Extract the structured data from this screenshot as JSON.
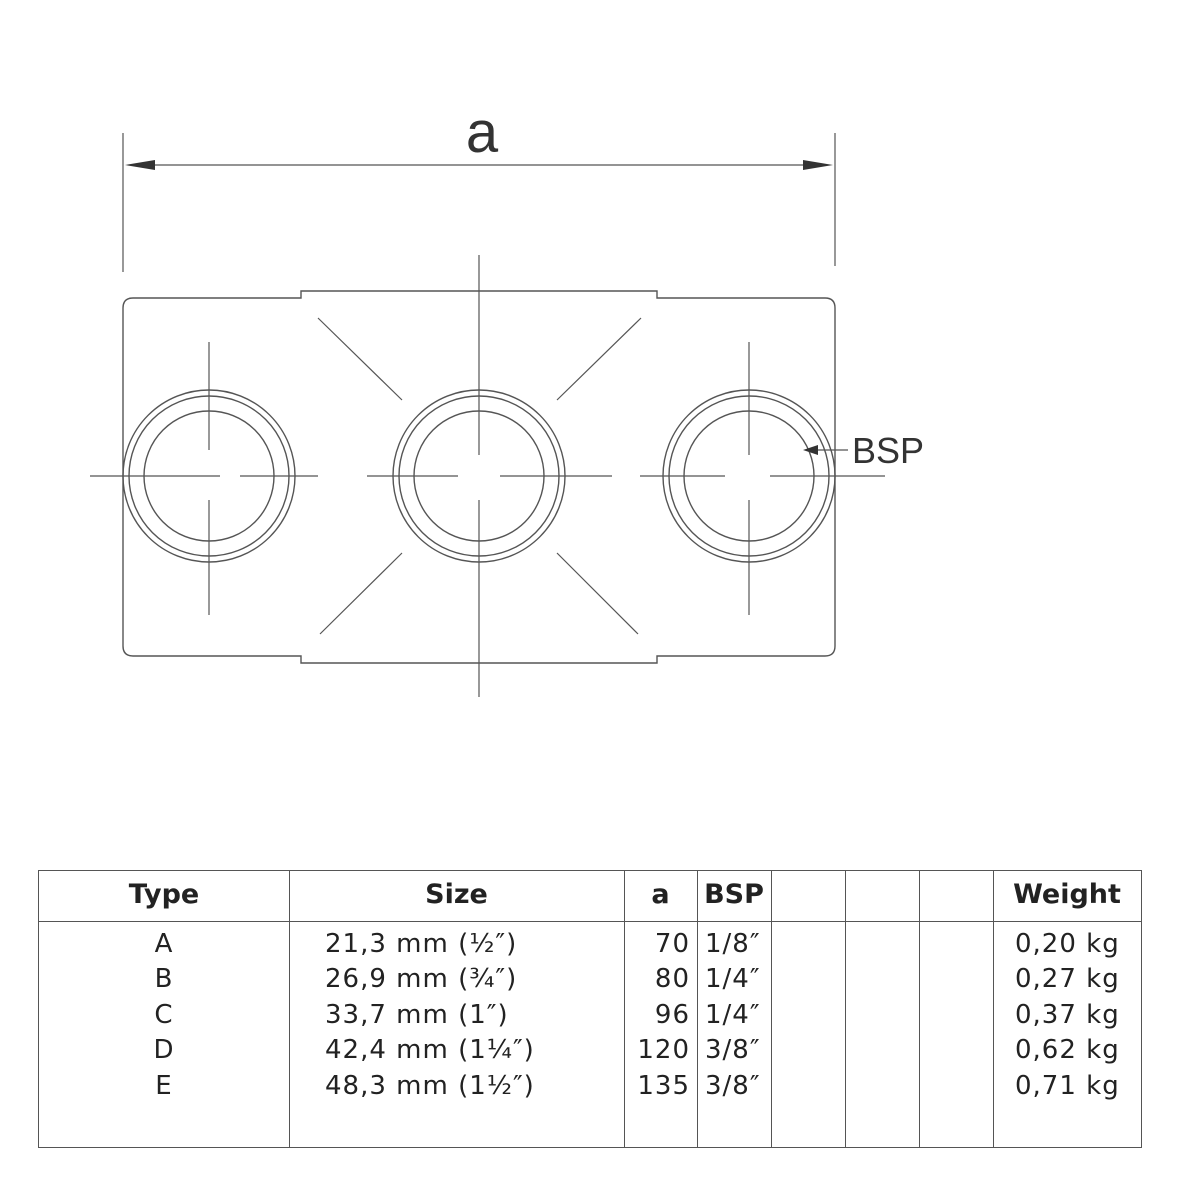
{
  "drawing": {
    "dimension_label": "a",
    "bsp_label": "BSP"
  },
  "table": {
    "headers": {
      "type": "Type",
      "size": "Size",
      "a": "a",
      "bsp": "BSP",
      "blank1": "",
      "blank2": "",
      "blank3": "",
      "weight": "Weight"
    },
    "rows": [
      {
        "type": "A",
        "size": "21,3 mm (½″)",
        "a": "70",
        "bsp": "1/8″",
        "weight": "0,20 kg"
      },
      {
        "type": "B",
        "size": "26,9 mm (¾″)",
        "a": "80",
        "bsp": "1/4″",
        "weight": "0,27 kg"
      },
      {
        "type": "C",
        "size": "33,7 mm (1″)",
        "a": "96",
        "bsp": "1/4″",
        "weight": "0,37 kg"
      },
      {
        "type": "D",
        "size": "42,4 mm (1¼″)",
        "a": "120",
        "bsp": "3/8″",
        "weight": "0,62 kg"
      },
      {
        "type": "E",
        "size": "48,3 mm (1½″)",
        "a": "135",
        "bsp": "3/8″",
        "weight": "0,71 kg"
      }
    ]
  }
}
